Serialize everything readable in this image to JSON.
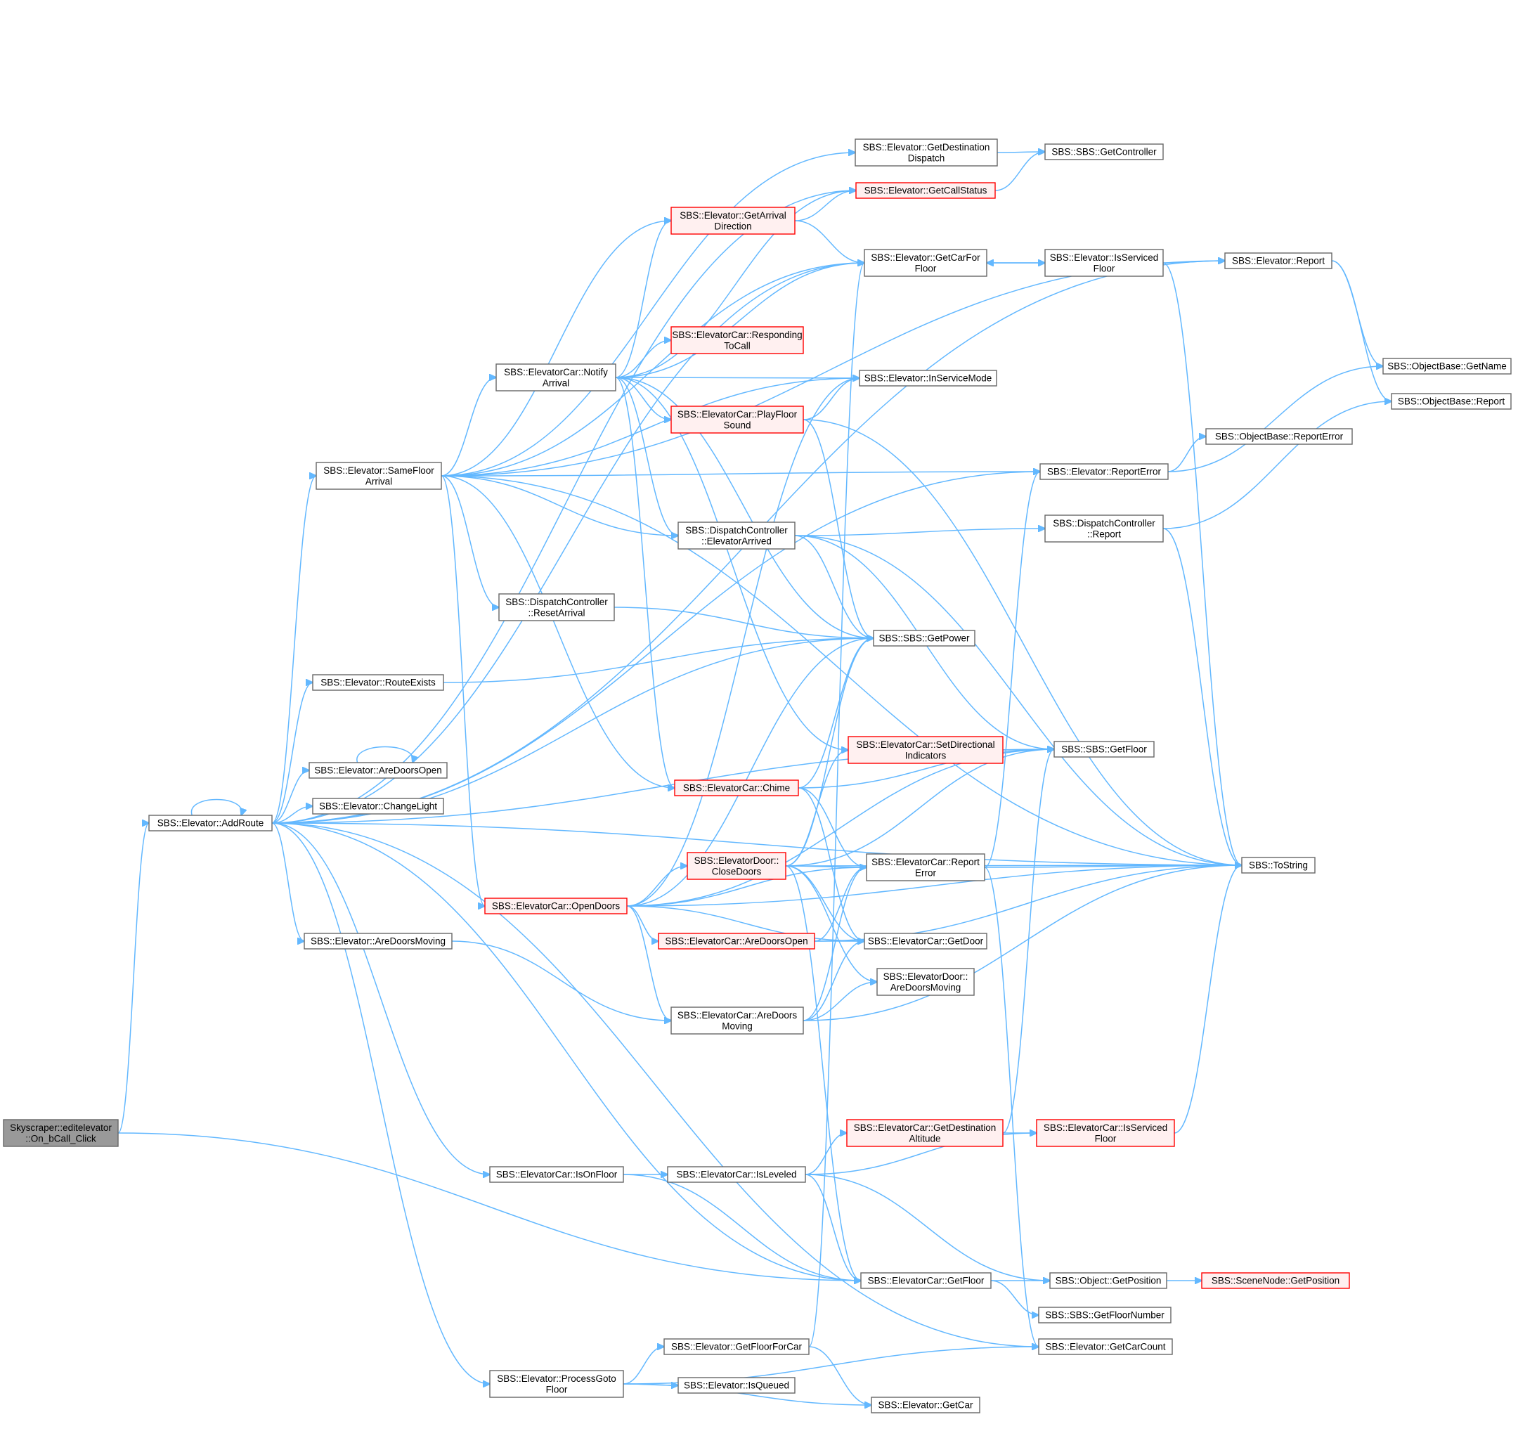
{
  "diagram": {
    "edge_color": "#63b8ff",
    "node_border": "#666666",
    "highlight_border": "#ff0000",
    "root_fill": "#999999",
    "nodes": [
      {
        "id": "n0",
        "lines": [
          "Skyscraper::editelevator",
          "::On_bCall_Click"
        ],
        "style": "root"
      },
      {
        "id": "n1",
        "lines": [
          "SBS::Elevator::AddRoute"
        ],
        "style": "normal"
      },
      {
        "id": "n2",
        "lines": [
          "SBS::Elevator::GetCarCount"
        ],
        "style": "normal"
      },
      {
        "id": "n3",
        "lines": [
          "SBS::ElevatorCar::GetFloor"
        ],
        "style": "normal"
      },
      {
        "id": "n4",
        "lines": [
          "SBS::Elevator::AreDoorsMoving"
        ],
        "style": "normal"
      },
      {
        "id": "n5",
        "lines": [
          "SBS::Elevator::AreDoorsOpen"
        ],
        "style": "normal"
      },
      {
        "id": "n6",
        "lines": [
          "SBS::Elevator::ChangeLight"
        ],
        "style": "normal"
      },
      {
        "id": "n7",
        "lines": [
          "SBS::Elevator::GetCarFor",
          "Floor"
        ],
        "style": "normal"
      },
      {
        "id": "n8",
        "lines": [
          "SBS::Elevator::GetCallStatus"
        ],
        "style": "red"
      },
      {
        "id": "n9",
        "lines": [
          "SBS::SBS::GetFloor"
        ],
        "style": "normal"
      },
      {
        "id": "n10",
        "lines": [
          "SBS::SBS::GetPower"
        ],
        "style": "normal"
      },
      {
        "id": "n11",
        "lines": [
          "SBS::ElevatorCar::IsOnFloor"
        ],
        "style": "normal"
      },
      {
        "id": "n12",
        "lines": [
          "SBS::Elevator::ProcessGoto",
          "Floor"
        ],
        "style": "normal"
      },
      {
        "id": "n13",
        "lines": [
          "SBS::Elevator::Report"
        ],
        "style": "normal"
      },
      {
        "id": "n14",
        "lines": [
          "SBS::Elevator::ReportError"
        ],
        "style": "normal"
      },
      {
        "id": "n15",
        "lines": [
          "SBS::Elevator::RouteExists"
        ],
        "style": "normal"
      },
      {
        "id": "n16",
        "lines": [
          "SBS::Elevator::SameFloor",
          "Arrival"
        ],
        "style": "normal"
      },
      {
        "id": "n17",
        "lines": [
          "SBS::ToString"
        ],
        "style": "normal"
      },
      {
        "id": "n18",
        "lines": [
          "SBS::Object::GetPosition"
        ],
        "style": "normal"
      },
      {
        "id": "n19",
        "lines": [
          "SBS::SBS::GetFloorNumber"
        ],
        "style": "normal"
      },
      {
        "id": "n20",
        "lines": [
          "SBS::SceneNode::GetPosition"
        ],
        "style": "red"
      },
      {
        "id": "n21",
        "lines": [
          "SBS::ElevatorCar::AreDoors",
          "Moving"
        ],
        "style": "normal"
      },
      {
        "id": "n22",
        "lines": [
          "SBS::ElevatorDoor::",
          "AreDoorsMoving"
        ],
        "style": "normal"
      },
      {
        "id": "n23",
        "lines": [
          "SBS::ElevatorCar::GetDoor"
        ],
        "style": "normal"
      },
      {
        "id": "n24",
        "lines": [
          "SBS::ElevatorCar::Report",
          "Error"
        ],
        "style": "normal"
      },
      {
        "id": "n25",
        "lines": [
          "SBS::Elevator::IsServiced",
          "Floor"
        ],
        "style": "normal"
      },
      {
        "id": "n26",
        "lines": [
          "SBS::SBS::GetController"
        ],
        "style": "normal"
      },
      {
        "id": "n27",
        "lines": [
          "SBS::ElevatorCar::IsLeveled"
        ],
        "style": "normal"
      },
      {
        "id": "n28",
        "lines": [
          "SBS::ElevatorCar::GetDestination",
          "Altitude"
        ],
        "style": "red"
      },
      {
        "id": "n29",
        "lines": [
          "SBS::ElevatorCar::IsServiced",
          "Floor"
        ],
        "style": "red"
      },
      {
        "id": "n30",
        "lines": [
          "SBS::Elevator::GetCar"
        ],
        "style": "normal"
      },
      {
        "id": "n31",
        "lines": [
          "SBS::Elevator::GetFloorForCar"
        ],
        "style": "normal"
      },
      {
        "id": "n32",
        "lines": [
          "SBS::Elevator::IsQueued"
        ],
        "style": "normal"
      },
      {
        "id": "n33",
        "lines": [
          "SBS::ObjectBase::GetName"
        ],
        "style": "normal"
      },
      {
        "id": "n34",
        "lines": [
          "SBS::ObjectBase::Report"
        ],
        "style": "normal"
      },
      {
        "id": "n35",
        "lines": [
          "SBS::ObjectBase::ReportError"
        ],
        "style": "normal"
      },
      {
        "id": "n36",
        "lines": [
          "SBS::ElevatorCar::Chime"
        ],
        "style": "red"
      },
      {
        "id": "n37",
        "lines": [
          "SBS::DispatchController",
          "::ElevatorArrived"
        ],
        "style": "normal"
      },
      {
        "id": "n38",
        "lines": [
          "SBS::Elevator::GetArrival",
          "Direction"
        ],
        "style": "red"
      },
      {
        "id": "n39",
        "lines": [
          "SBS::Elevator::GetDestination",
          "Dispatch"
        ],
        "style": "normal"
      },
      {
        "id": "n40",
        "lines": [
          "SBS::Elevator::InServiceMode"
        ],
        "style": "normal"
      },
      {
        "id": "n41",
        "lines": [
          "SBS::ElevatorCar::Notify",
          "Arrival"
        ],
        "style": "normal"
      },
      {
        "id": "n42",
        "lines": [
          "SBS::ElevatorCar::OpenDoors"
        ],
        "style": "red"
      },
      {
        "id": "n43",
        "lines": [
          "SBS::DispatchController",
          "::ResetArrival"
        ],
        "style": "normal"
      },
      {
        "id": "n44",
        "lines": [
          "SBS::ElevatorCar::SetDirectional",
          "Indicators"
        ],
        "style": "red"
      },
      {
        "id": "n45",
        "lines": [
          "SBS::DispatchController",
          "::Report"
        ],
        "style": "normal"
      },
      {
        "id": "n46",
        "lines": [
          "SBS::ElevatorCar::PlayFloor",
          "Sound"
        ],
        "style": "red"
      },
      {
        "id": "n47",
        "lines": [
          "SBS::ElevatorCar::Responding",
          "ToCall"
        ],
        "style": "red"
      },
      {
        "id": "n48",
        "lines": [
          "SBS::ElevatorDoor::",
          "CloseDoors"
        ],
        "style": "red"
      },
      {
        "id": "n49",
        "lines": [
          "SBS::ElevatorCar::AreDoorsOpen"
        ],
        "style": "red"
      }
    ]
  }
}
